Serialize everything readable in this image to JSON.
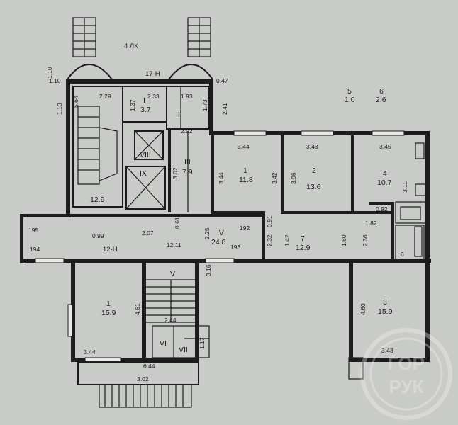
{
  "header": {
    "stair_label": "4 ЛК",
    "corridor_top": "17-Н",
    "corridor_mid": "12-Н"
  },
  "rooms": {
    "r_1": {
      "num": "1",
      "area": "11.8"
    },
    "r_2": {
      "num": "2",
      "area": "13.6"
    },
    "r_3": {
      "num": "3",
      "area": "15.9"
    },
    "r_4": {
      "num": "4",
      "area": "10.7"
    },
    "r_5": {
      "num": "5",
      "area": "1.0"
    },
    "r_6": {
      "num": "6",
      "area": "2.6"
    },
    "r_7": {
      "num": "7",
      "area": "12.9"
    },
    "r_I": {
      "num": "I",
      "area": "3.7"
    },
    "r_II": {
      "num": "II"
    },
    "r_III": {
      "num": "III",
      "area": "7.9"
    },
    "r_IV": {
      "num": "IV",
      "area": "24.8"
    },
    "r_V": {
      "num": "V"
    },
    "r_VI": {
      "num": "VI"
    },
    "r_VII": {
      "num": "VII"
    },
    "r_VIII": {
      "num": "VIII"
    },
    "r_IX": {
      "num": "IX"
    },
    "stair_area": "12.9",
    "left_room": {
      "num": "1",
      "area": "15.9"
    }
  },
  "dims": {
    "d_110a": "1.10",
    "d_110b": "1.10",
    "d_564": "5.64",
    "d_229": "2.29",
    "d_137": "1.37",
    "d_233": "2.33",
    "d_193top": "1.93",
    "d_173": "1.73",
    "d_047": "0.47",
    "d_241": "2.41",
    "d_202": "2.02",
    "d_302": "3.02",
    "d_344a": "3.44",
    "d_344b": "3.44",
    "d_343": "3.43",
    "d_345": "3.45",
    "d_342": "3.42",
    "d_396": "3.96",
    "d_311": "3.11",
    "d_092": "0.92",
    "d_195": "195",
    "d_099": "0.99",
    "d_207": "2.07",
    "d_061": "0.61",
    "d_225": "2.25",
    "d_192": "192",
    "d_091": "0.91",
    "d_232": "2.32",
    "d_142": "1.42",
    "d_180": "1.80",
    "d_236": "2.36",
    "d_182": "1.82",
    "d_194": "194",
    "d_1211": "12.11",
    "d_193": "193",
    "d_316": "3.16",
    "d_461": "4.61",
    "d_460": "4.60",
    "d_244": "2.44",
    "d_117": "1.17",
    "d_344c": "3.44",
    "d_644": "6.44",
    "d_302b": "3.02",
    "d_343b": "3.43",
    "d_6": "6"
  },
  "watermark": {
    "line1": "ГОР",
    "line2": "РУК"
  },
  "colors": {
    "paper": "#c9cbc8",
    "ink": "#1c1c1c"
  }
}
